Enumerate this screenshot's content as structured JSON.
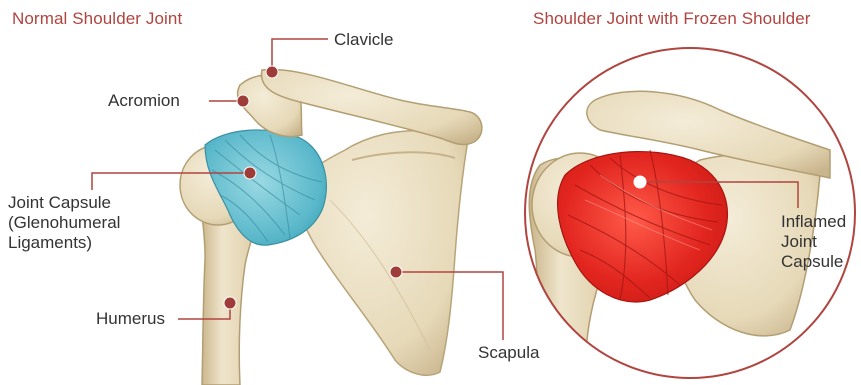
{
  "titles": {
    "left": "Normal Shoulder Joint",
    "right": "Shoulder Joint with Frozen Shoulder"
  },
  "labels": {
    "clavicle": "Clavicle",
    "acromion": "Acromion",
    "joint_capsule": [
      "Joint Capsule",
      "(Glenohumeral",
      "Ligaments)"
    ],
    "humerus": "Humerus",
    "scapula": "Scapula",
    "inflamed_capsule": [
      "Inflamed",
      "Joint",
      "Capsule"
    ]
  },
  "colors": {
    "title": "#b0443f",
    "leader_line": "#b0443f",
    "marker": "#9e3c3a",
    "bone": "#eadfc4",
    "bone_shadow": "#cdbb95",
    "capsule_normal": "#6fc3d2",
    "capsule_inflamed": "#e0302a",
    "label_text": "#333333"
  }
}
